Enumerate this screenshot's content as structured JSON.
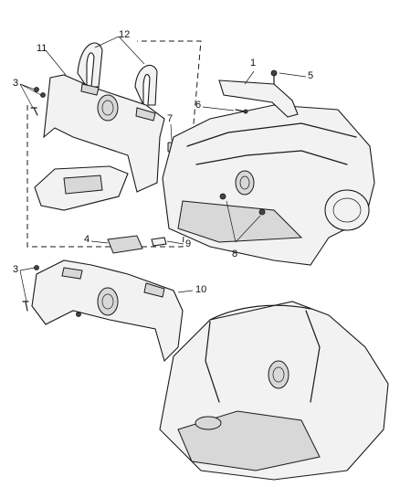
{
  "diagram": {
    "callouts": [
      "1",
      "3",
      "3",
      "4",
      "5",
      "6",
      "7",
      "8",
      "9",
      "10",
      "11",
      "12"
    ]
  },
  "icons": [
    "trim-panel",
    "seat-hoop-cover",
    "fastener",
    "bolt",
    "speaker",
    "badge-emblem",
    "vehicle-body"
  ]
}
